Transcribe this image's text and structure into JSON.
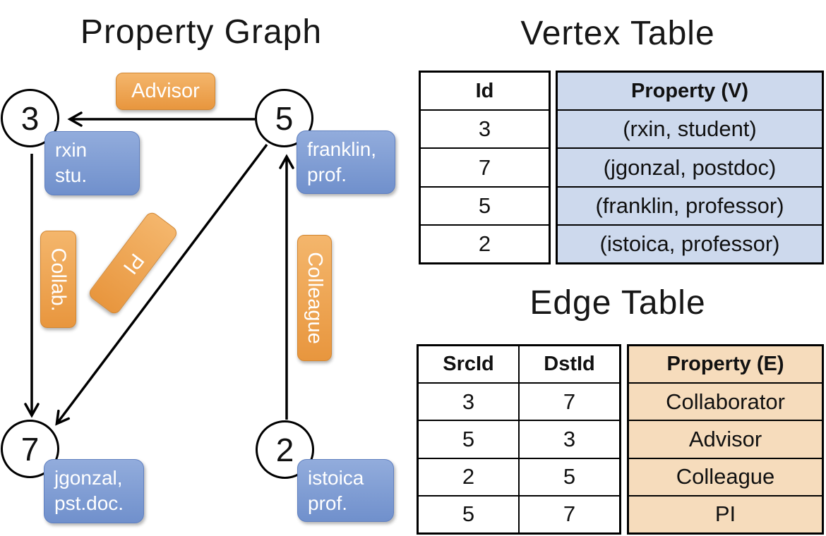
{
  "graph": {
    "title": "Property Graph",
    "nodes": [
      "3",
      "5",
      "7",
      "2"
    ],
    "vertex_props": [
      {
        "lines": [
          "rxin",
          "stu."
        ]
      },
      {
        "lines": [
          "franklin,",
          "prof."
        ]
      },
      {
        "lines": [
          "jgonzal,",
          "pst.doc."
        ]
      },
      {
        "lines": [
          "istoica",
          "prof."
        ]
      }
    ],
    "edge_labels": [
      "Advisor",
      "Collab.",
      "PI",
      "Colleague"
    ]
  },
  "vertex_table": {
    "title": "Vertex Table",
    "columns": [
      "Id",
      "Property (V)"
    ],
    "rows": [
      [
        "3",
        "(rxin, student)"
      ],
      [
        "7",
        "(jgonzal, postdoc)"
      ],
      [
        "5",
        "(franklin, professor)"
      ],
      [
        "2",
        "(istoica, professor)"
      ]
    ]
  },
  "edge_table": {
    "title": "Edge Table",
    "columns": [
      "SrcId",
      "DstId",
      "Property (E)"
    ],
    "rows": [
      [
        "3",
        "7",
        "Collaborator"
      ],
      [
        "5",
        "3",
        "Advisor"
      ],
      [
        "2",
        "5",
        "Colleague"
      ],
      [
        "5",
        "7",
        "PI"
      ]
    ]
  },
  "colors": {
    "edge_label_top": "#f4b66c",
    "edge_label_bottom": "#e8963e",
    "edge_label_border": "#d28631",
    "vertex_label_top": "#92acdc",
    "vertex_label_bottom": "#7090cc",
    "vertex_label_border": "#6080c0",
    "vertex_cell_bg": "#cdd9ed",
    "edge_cell_bg": "#f6dcbc"
  }
}
